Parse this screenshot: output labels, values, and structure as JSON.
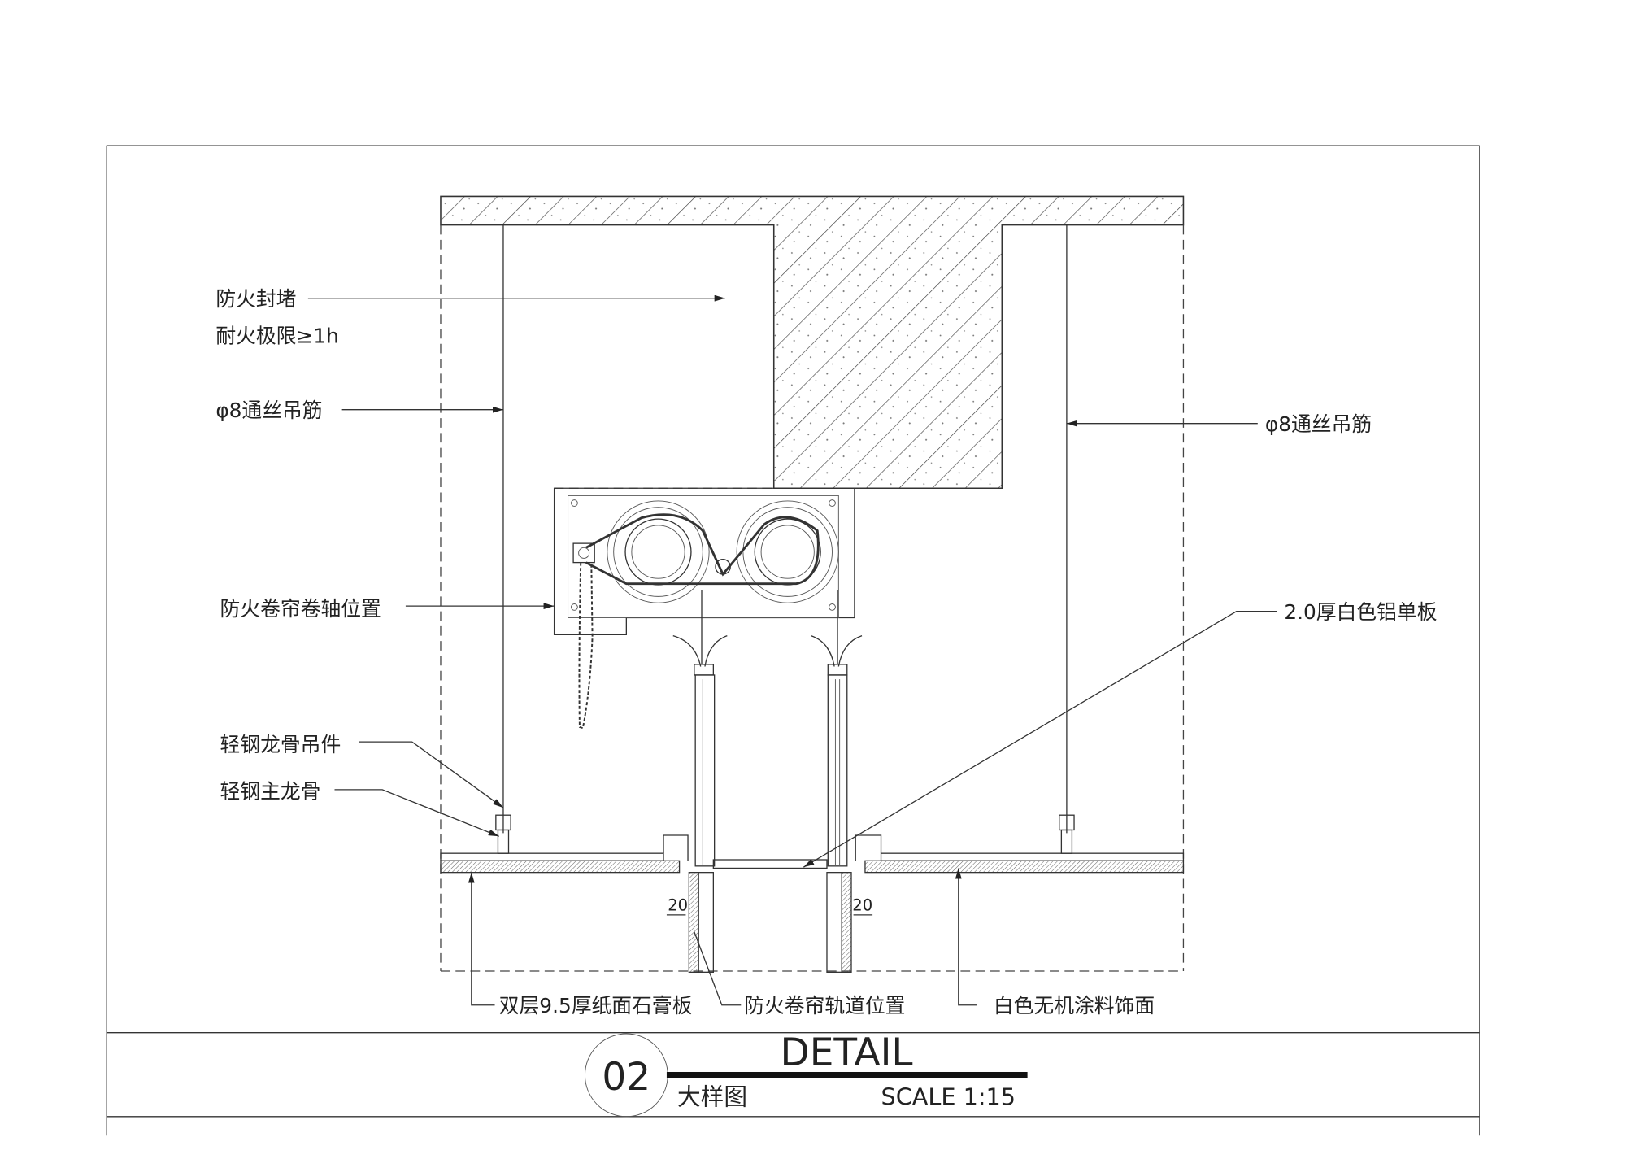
{
  "labels": {
    "fire_seal": "防火封堵",
    "fire_rating": "耐火极限≥1h",
    "hanger_rod_left": "φ8通丝吊筋",
    "hanger_rod_right": "φ8通丝吊筋",
    "roller_position": "防火卷帘卷轴位置",
    "aluminum_panel": "2.0厚白色铝单板",
    "keel_hanger": "轻钢龙骨吊件",
    "main_keel": "轻钢主龙骨",
    "gypsum_board": "双层9.5厚纸面石膏板",
    "track_position": "防火卷帘轨道位置",
    "paint_finish": "白色无机涂料饰面"
  },
  "dimensions": {
    "left": "20",
    "right": "20"
  },
  "title_block": {
    "number": "02",
    "title": "DETAIL",
    "subtitle": "大样图",
    "scale": "SCALE 1:15"
  }
}
